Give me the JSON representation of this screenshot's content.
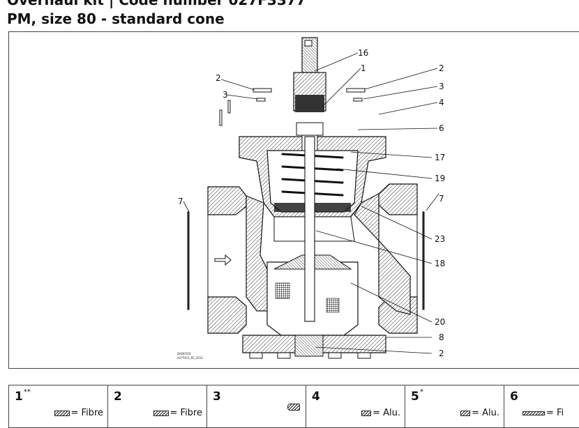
{
  "header": {
    "line1": "Overhaul kit   |   Code number 027F3377",
    "line2": "PM, size 80 - standard cone"
  },
  "drawing": {
    "callouts_right": [
      "16",
      "1",
      "2",
      "3",
      "4",
      "6",
      "17",
      "19",
      "7",
      "23",
      "18",
      "20",
      "8",
      "2"
    ],
    "callouts_left": [
      "2",
      "3",
      "7"
    ],
    "stamp_line1": "DANFOSS",
    "stamp_line2": "A27F451_05_2011"
  },
  "parts": [
    {
      "num": "1",
      "mark": "**",
      "material": "= Fibre"
    },
    {
      "num": "2",
      "mark": "",
      "material": "= Fibre"
    },
    {
      "num": "3",
      "mark": "",
      "material": ""
    },
    {
      "num": "4",
      "mark": "",
      "material": "= Alu."
    },
    {
      "num": "5",
      "mark": "*",
      "material": "= Alu."
    },
    {
      "num": "6",
      "mark": "",
      "material": "= Fi"
    }
  ]
}
